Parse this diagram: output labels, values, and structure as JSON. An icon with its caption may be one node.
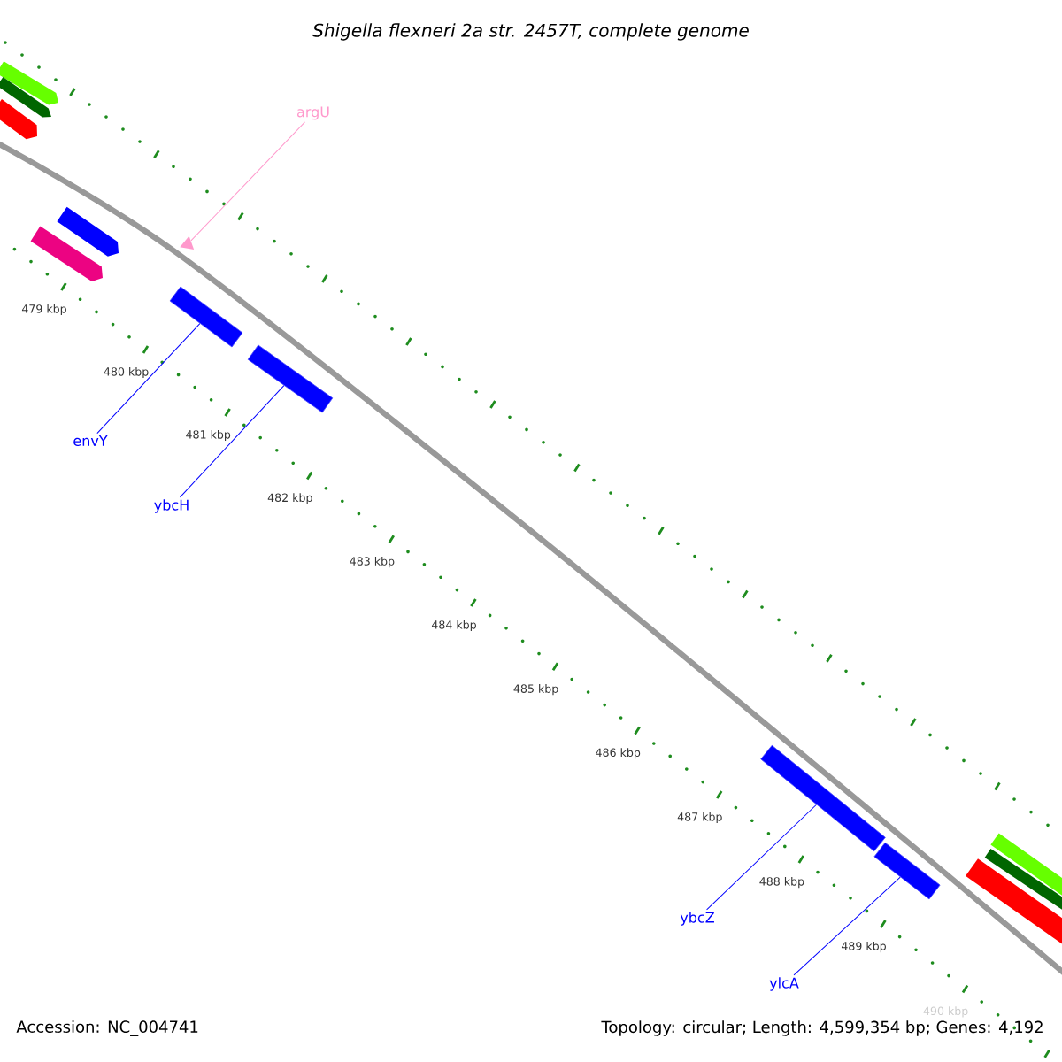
{
  "diagram": {
    "title": "Shigella flexneri 2a str. 2457T, complete genome",
    "nodes": [
      {
        "text": [
          "argU"
        ]
      },
      {
        "text": [],
        "shape": "triangle"
      },
      {
        "text": [
          "envY"
        ]
      },
      {
        "text": [],
        "shape": "bar"
      },
      {
        "text": [
          "ybcH"
        ]
      },
      {
        "text": [],
        "shape": "bar"
      },
      {
        "text": [
          "ybcZ"
        ]
      },
      {
        "text": [],
        "shape": "bar"
      },
      {
        "text": [
          "ylcA"
        ]
      },
      {
        "text": [],
        "shape": "bar"
      }
    ],
    "edges": [
      {
        "from": 0,
        "to": 1,
        "arrow": "none",
        "color": "#ff99cc"
      },
      {
        "from": 2,
        "to": 3,
        "arrow": "none"
      },
      {
        "from": 4,
        "to": 5,
        "arrow": "none"
      },
      {
        "from": 6,
        "to": 7,
        "arrow": "none"
      },
      {
        "from": 8,
        "to": 9,
        "arrow": "none"
      }
    ],
    "labels": [
      "479 kbp",
      "480 kbp",
      "481 kbp",
      "482 kbp",
      "483 kbp",
      "484 kbp",
      "485 kbp",
      "486 kbp",
      "487 kbp",
      "488 kbp",
      "489 kbp",
      "490 kbp",
      "Accession: NC_004741",
      "Topology: circular; Length: 4,599,354 bp; Genes: 4,192"
    ]
  }
}
